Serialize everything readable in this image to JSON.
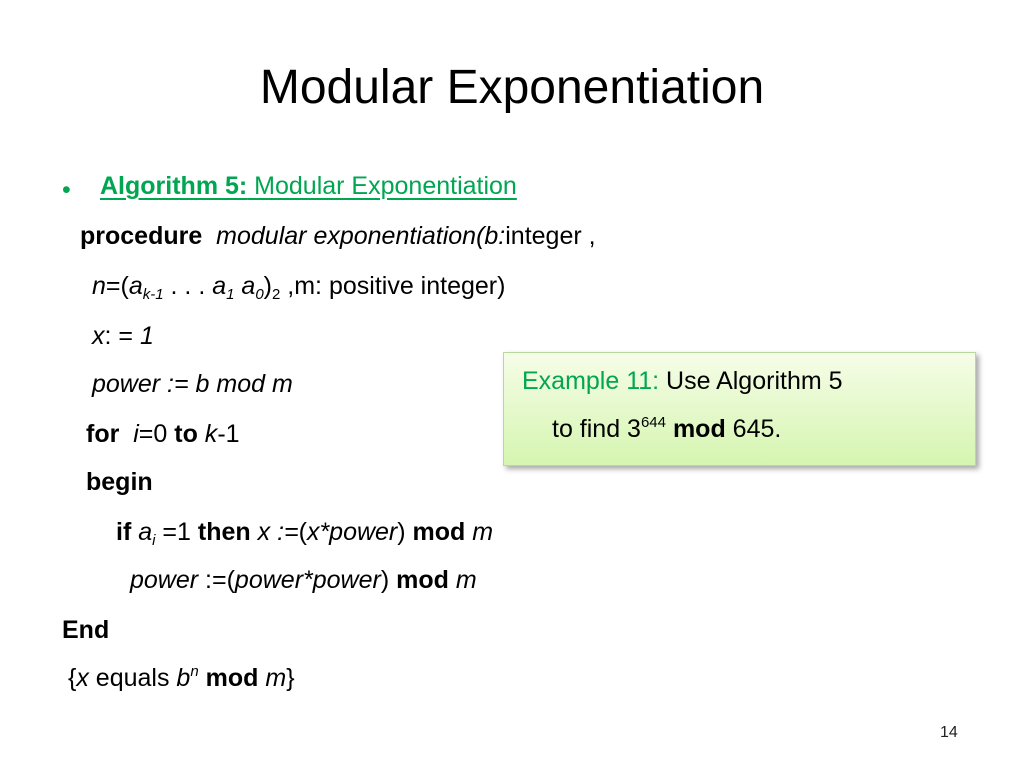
{
  "slide": {
    "title": "Modular Exponentiation",
    "page_number": "14"
  },
  "algorithm": {
    "bullet": "•",
    "label": "Algorithm 5:",
    "name": " Modular Exponentiation",
    "lines": {
      "l1_kw": "procedure",
      "l1_fn": "modular exponentiation(b:",
      "l1_rest": "integer ,",
      "l2_n": "n",
      "l2_eq": "=(",
      "l2_a1": "a",
      "l2_sub1": "k-1",
      "l2_dots": " . . . ",
      "l2_a2": "a",
      "l2_sub2": "1",
      "l2_sp": " ",
      "l2_a3": "a",
      "l2_sub3": "0",
      "l2_close": ")",
      "l2_sub4": "2",
      "l2_rest": " ,m: positive integer)",
      "l3_x": "x",
      "l3_rest": ": = ",
      "l3_one": "1",
      "l4": "power := b mod m",
      "l5_for": "for",
      "l5_i": "i",
      "l5_eq": "=0  ",
      "l5_to": "to",
      "l5_k": " k",
      "l5_rest": "-1",
      "l6": "begin",
      "l7_if": "if",
      "l7_a": "a",
      "l7_sub": "i",
      "l7_eq": " =1 ",
      "l7_then": "then",
      "l7_x": " x :=",
      "l7_p1": "(",
      "l7_xp": "x*power",
      "l7_p2": ") ",
      "l7_mod": "mod",
      "l7_m": " m",
      "l8_power": "power",
      "l8_eq": " :=(",
      "l8_pp": "power*power",
      "l8_close": ") ",
      "l8_mod": "mod",
      "l8_m": " m",
      "l9": "End",
      "l10_open": "{",
      "l10_x": "x",
      "l10_eq": " equals ",
      "l10_b": "b",
      "l10_n": "n",
      "l10_sp": " ",
      "l10_mod": "mod",
      "l10_sp2": " ",
      "l10_m": "m",
      "l10_close": "}"
    }
  },
  "example": {
    "label": "Example 11:",
    "text1": " Use Algorithm 5",
    "text2a": "to  find 3",
    "exp": "644",
    "mod": "mod",
    "text2b": " 645."
  }
}
